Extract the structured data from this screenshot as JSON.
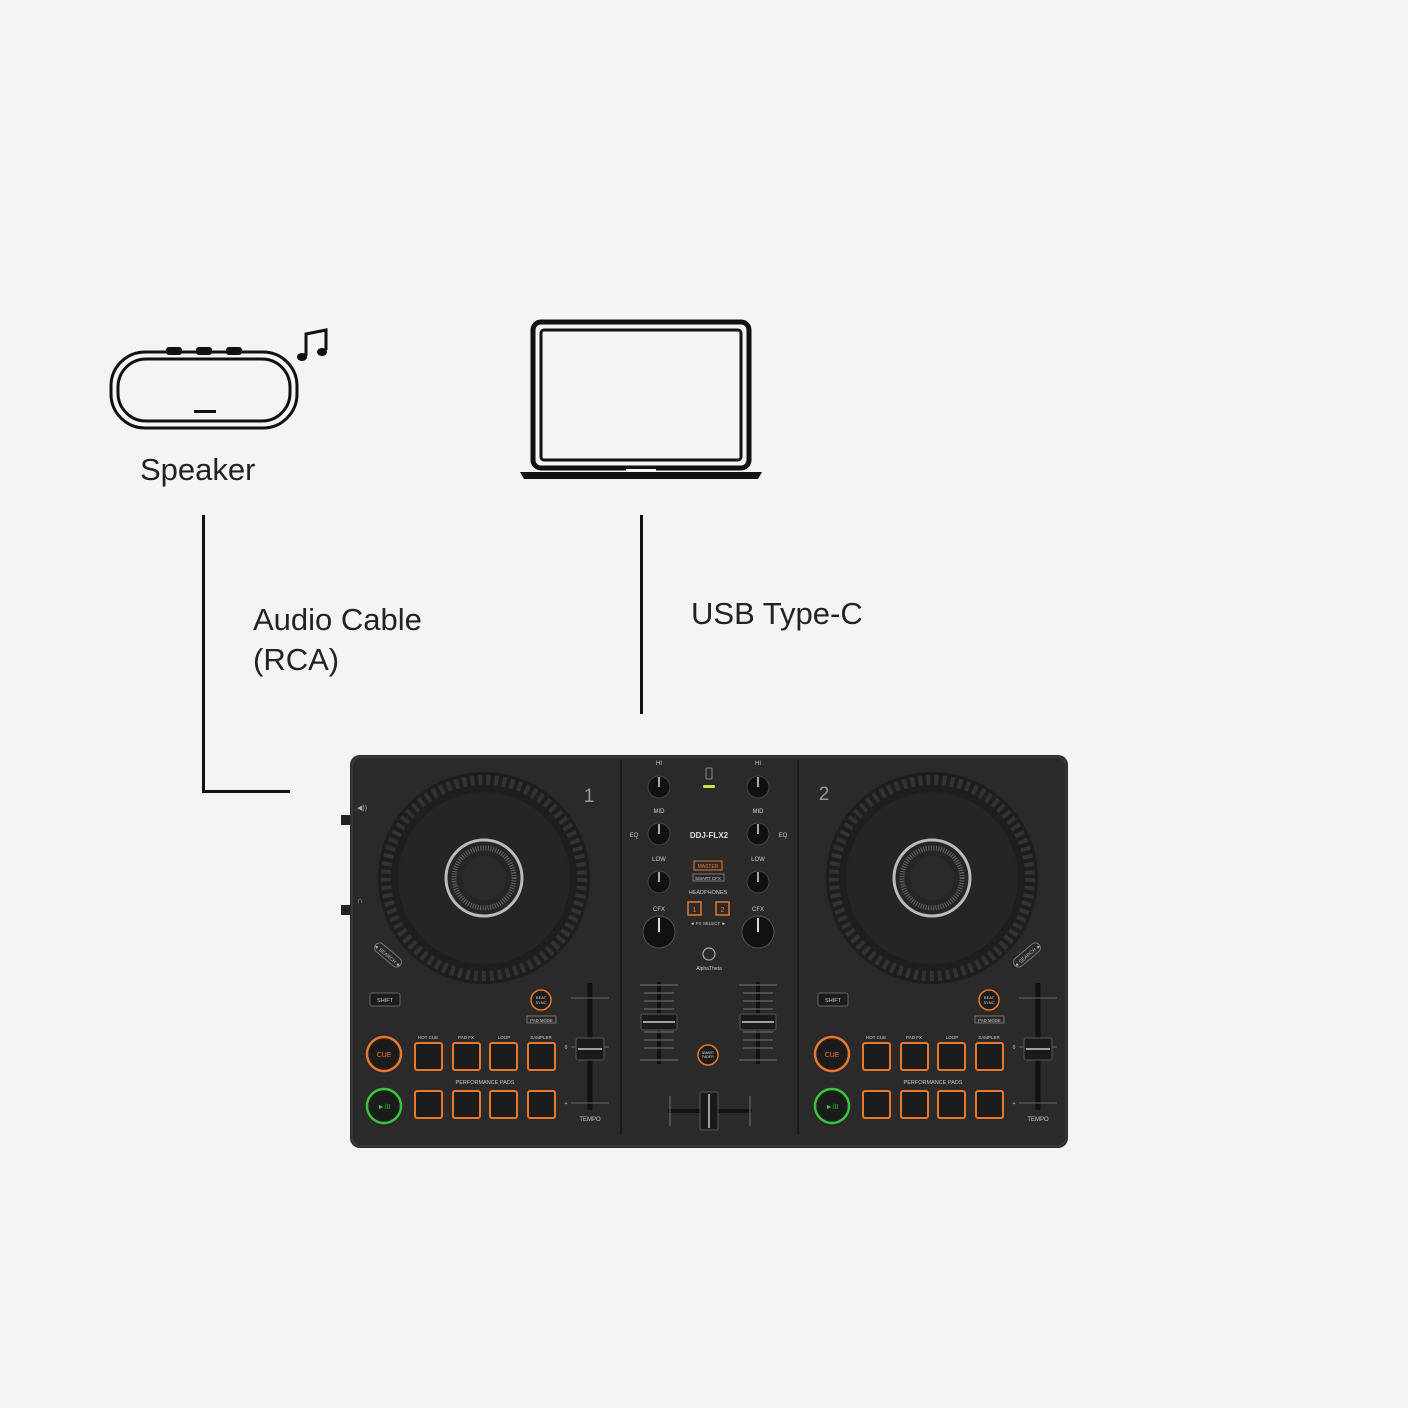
{
  "labels": {
    "speaker": "Speaker",
    "audio_cable_line1": "Audio Cable",
    "audio_cable_line2": "(RCA)",
    "usb": "USB Type-C"
  },
  "device": {
    "model": "DDJ-FLX2",
    "brand": "AlphaTheta",
    "deck1_number": "1",
    "deck2_number": "2",
    "eq_hi": "HI",
    "eq_mid": "MID",
    "eq_low": "LOW",
    "cfx": "CFX",
    "eq": "EQ",
    "master": "MASTER",
    "smart_cfx": "SMART CFX",
    "headphones": "HEADPHONES",
    "cue_ch1": "1",
    "cue_ch2": "2",
    "fx_select": "◄ FX SELECT ►",
    "shift": "SHIFT",
    "beat_sync_line1": "BEAT",
    "beat_sync_line2": "SYNC",
    "pad_mode": "PAD MODE",
    "hot_cue": "HOT CUE",
    "pad_fx": "PAD FX",
    "loop": "LOOP",
    "sampler": "SAMPLER",
    "performance_pads": "PERFORMANCE PADS",
    "cue": "CUE",
    "play": "►/II",
    "tempo": "TEMPO",
    "tempo_minus": "0",
    "tempo_plus": "+",
    "search": "◄ SEARCH ►",
    "smart_fader_line1": "SMART",
    "smart_fader_line2": "FADER"
  },
  "colors": {
    "background": "#f4f4f4",
    "device_body": "#2b2b2b",
    "pad_orange": "#e8782a",
    "play_green": "#39c43c"
  }
}
